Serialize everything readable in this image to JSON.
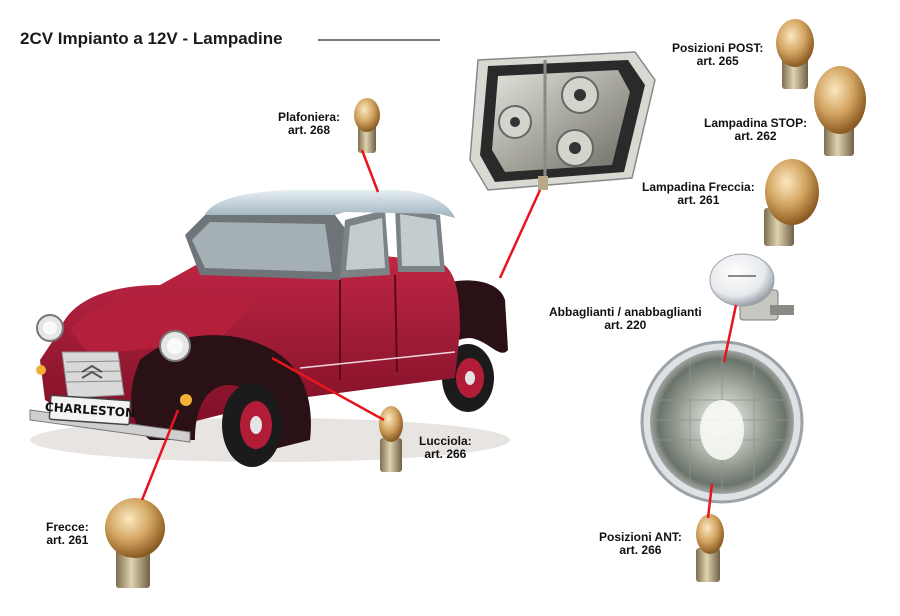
{
  "title": "2CV Impianto a 12V - Lampadine",
  "car_badge": "CHARLESTON",
  "labels": {
    "plafoniera": {
      "name": "Plafoniera:",
      "art": "art. 268"
    },
    "pos_post": {
      "name": "Posizioni POST:",
      "art": "art. 265"
    },
    "stop": {
      "name": "Lampadina STOP:",
      "art": "art. 262"
    },
    "freccia": {
      "name": "Lampadina Freccia:",
      "art": "art.  261"
    },
    "abbaglianti": {
      "name": "Abbaglianti / anabbaglianti",
      "art": "art. 220"
    },
    "lucciola": {
      "name": "Lucciola:",
      "art": "art. 266"
    },
    "frecce": {
      "name": "Frecce:",
      "art": "art. 261"
    },
    "pos_ant": {
      "name": "Posizioni ANT:",
      "art": "art. 266"
    }
  },
  "colors": {
    "leader": "#e8141e",
    "car_body": "#9a1732",
    "car_fender": "#2a1116",
    "roof": "#c9d6de",
    "bulb_glass": "#d2a460",
    "bulb_base": "#b5a27a"
  }
}
